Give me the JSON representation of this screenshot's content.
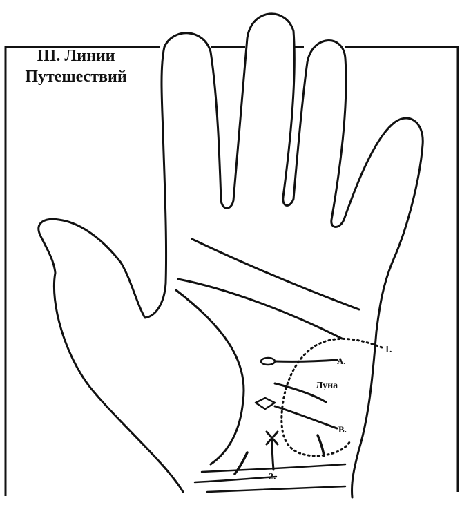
{
  "title": {
    "line1": "III. Линии",
    "line2": "Путешествий"
  },
  "labels": {
    "line_1": "1.",
    "line_2": "2.",
    "line_a": "A.",
    "line_b": "B.",
    "mount": "Луна"
  },
  "colors": {
    "ink": "#111111",
    "background": "#ffffff"
  }
}
